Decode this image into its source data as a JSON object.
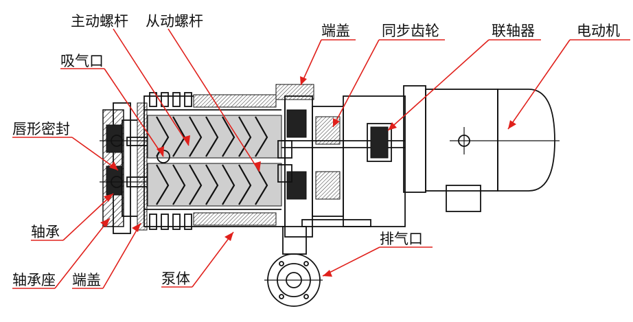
{
  "labels": {
    "driving_screw": "主动螺杆",
    "driven_screw": "从动螺杆",
    "suction_port": "吸气口",
    "lip_seal": "唇形密封",
    "bearing": "轴承",
    "bearing_seat": "轴承座",
    "end_cover_left": "端盖",
    "pump_body": "泵体",
    "end_cover_top": "端盖",
    "sync_gear": "同步齿轮",
    "coupling": "联轴器",
    "motor": "电动机",
    "exhaust_port": "排气口"
  },
  "colors": {
    "leader": "#e0201b",
    "line": "#111111",
    "background": "#ffffff"
  }
}
